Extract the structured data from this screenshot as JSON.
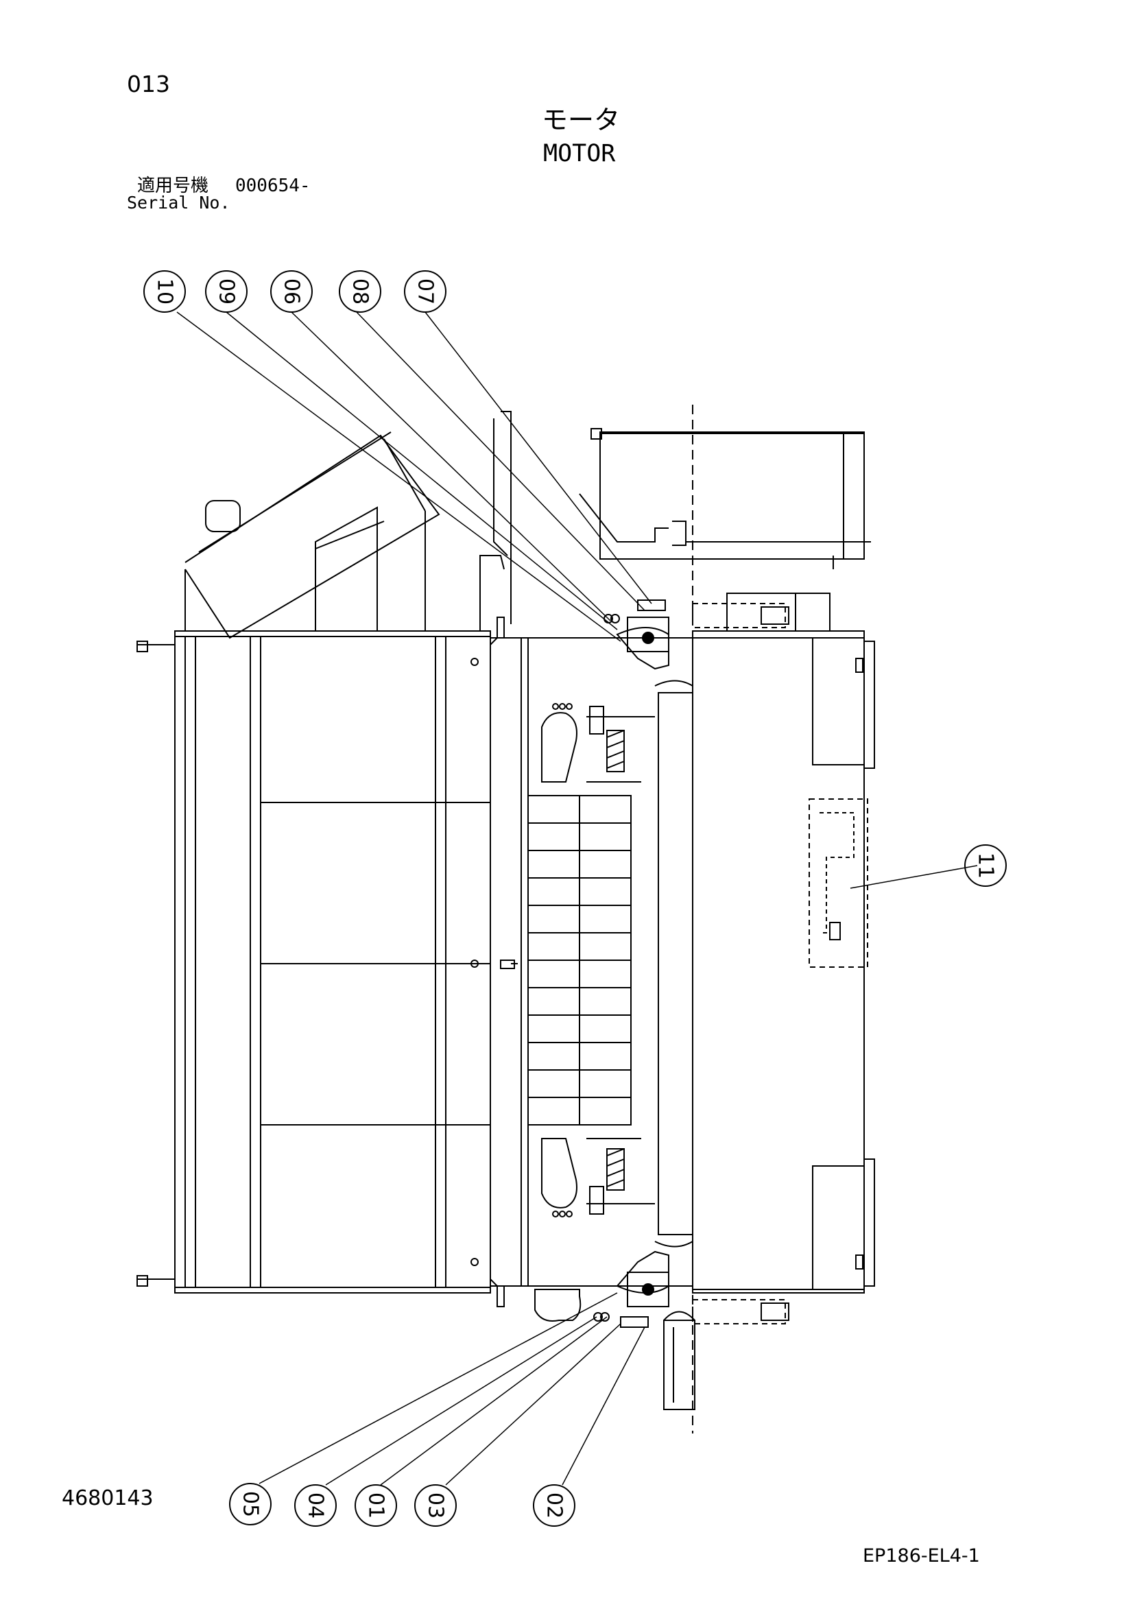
{
  "header": {
    "page_number": "013",
    "title_jp": "モータ",
    "title_en": "MOTOR",
    "serial_label_jp": "適用号機",
    "serial_value": "000654-",
    "serial_label_en": "Serial No."
  },
  "footer": {
    "drawing_number": "4680143",
    "sheet_code": "EP186-EL4-1"
  },
  "callouts": [
    {
      "id": "10",
      "label": "10"
    },
    {
      "id": "09",
      "label": "09"
    },
    {
      "id": "06",
      "label": "06"
    },
    {
      "id": "08",
      "label": "08"
    },
    {
      "id": "07",
      "label": "07"
    },
    {
      "id": "11",
      "label": "11"
    },
    {
      "id": "05",
      "label": "05"
    },
    {
      "id": "04",
      "label": "04"
    },
    {
      "id": "01",
      "label": "01"
    },
    {
      "id": "03",
      "label": "03"
    },
    {
      "id": "02",
      "label": "02"
    }
  ]
}
